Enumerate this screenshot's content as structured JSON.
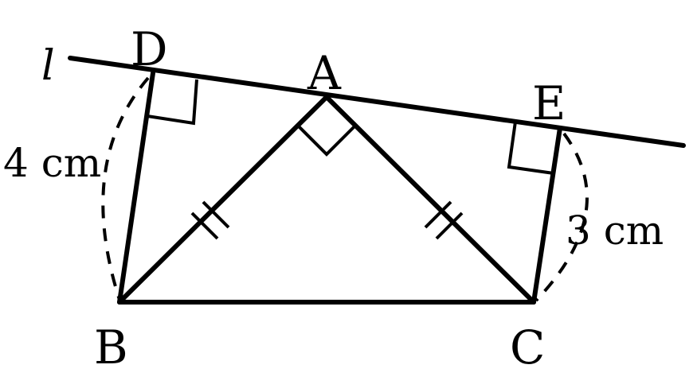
{
  "diagram": {
    "line_label": "l",
    "points": {
      "A": "A",
      "B": "B",
      "C": "C",
      "D": "D",
      "E": "E"
    },
    "measurements": {
      "BD": "4 cm",
      "CE": "3 cm"
    }
  }
}
